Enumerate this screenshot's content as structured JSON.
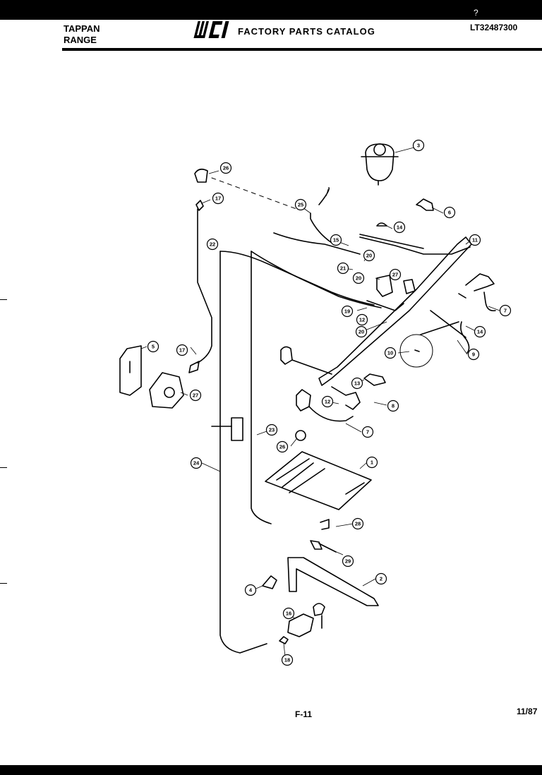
{
  "header": {
    "brand_line1": "TAPPAN",
    "brand_line2": "RANGE",
    "logo_text": "WCI",
    "catalog_title": "FACTORY PARTS CATALOG",
    "model_number": "LT32487300"
  },
  "footer": {
    "page": "F-11",
    "date": "11/87"
  },
  "corner_mark": "?",
  "callouts": [
    {
      "id": "c3",
      "label": "3"
    },
    {
      "id": "c26a",
      "label": "26"
    },
    {
      "id": "c17a",
      "label": "17"
    },
    {
      "id": "c25",
      "label": "25"
    },
    {
      "id": "c6",
      "label": "6"
    },
    {
      "id": "c14a",
      "label": "14"
    },
    {
      "id": "c15",
      "label": "15"
    },
    {
      "id": "c11",
      "label": "11"
    },
    {
      "id": "c22",
      "label": "22"
    },
    {
      "id": "c20a",
      "label": "20"
    },
    {
      "id": "c21",
      "label": "21"
    },
    {
      "id": "c20b",
      "label": "20"
    },
    {
      "id": "c27a",
      "label": "27"
    },
    {
      "id": "c19",
      "label": "19"
    },
    {
      "id": "c12a",
      "label": "12"
    },
    {
      "id": "c20c",
      "label": "20"
    },
    {
      "id": "c7a",
      "label": "7"
    },
    {
      "id": "c14b",
      "label": "14"
    },
    {
      "id": "c9",
      "label": "9"
    },
    {
      "id": "c5",
      "label": "5"
    },
    {
      "id": "c17b",
      "label": "17"
    },
    {
      "id": "c10",
      "label": "10"
    },
    {
      "id": "c27b",
      "label": "27"
    },
    {
      "id": "c13",
      "label": "13"
    },
    {
      "id": "c12b",
      "label": "12"
    },
    {
      "id": "c8",
      "label": "8"
    },
    {
      "id": "c7b",
      "label": "7"
    },
    {
      "id": "c23",
      "label": "23"
    },
    {
      "id": "c26b",
      "label": "26"
    },
    {
      "id": "c1",
      "label": "1"
    },
    {
      "id": "c24",
      "label": "24"
    },
    {
      "id": "c28",
      "label": "28"
    },
    {
      "id": "c29",
      "label": "29"
    },
    {
      "id": "c2",
      "label": "2"
    },
    {
      "id": "c4",
      "label": "4"
    },
    {
      "id": "c16",
      "label": "16"
    },
    {
      "id": "c18",
      "label": "18"
    }
  ]
}
